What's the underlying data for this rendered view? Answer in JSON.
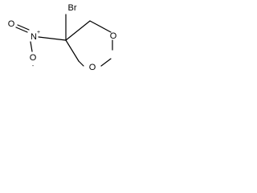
{
  "molecule": {
    "atoms": {
      "bromine": "Br",
      "nitro_nitrogen": "N",
      "nitro_oxygen_top": "O",
      "nitro_oxygen_bottom": "O",
      "ring_oxygen_upper": "O",
      "ring_oxygen_lower": "O"
    },
    "charges": {
      "nitrogen": "+",
      "oxygen": "-"
    }
  }
}
